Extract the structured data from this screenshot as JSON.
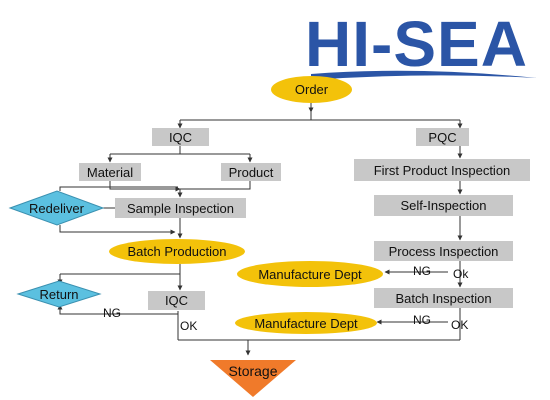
{
  "logo": {
    "text": "HI-SEA",
    "color": "#2b55a6"
  },
  "colors": {
    "box_fill": "#c8c8c8",
    "terminal_fill": "#f3c20a",
    "decision_fill": "#5bc0e0",
    "end_fill": "#f07a2a",
    "line": "#333333"
  },
  "nodes": {
    "order": "Order",
    "iqc_top": "IQC",
    "pqc": "PQC",
    "material": "Material",
    "product": "Product",
    "first_product_inspection": "First Product Inspection",
    "redeliver": "Redeliver",
    "sample_inspection": "Sample Inspection",
    "self_inspection": "Self-Inspection",
    "batch_production": "Batch Production",
    "process_inspection": "Process Inspection",
    "manufacture_dept_1": "Manufacture Dept",
    "return": "Return",
    "iqc_bottom": "IQC",
    "batch_inspection": "Batch Inspection",
    "manufacture_dept_2": "Manufacture Dept",
    "storage": "Storage"
  },
  "edge_labels": {
    "ng_process": "NG",
    "ok_process": "Ok",
    "ng_iqc": "NG",
    "ok_iqc": "OK",
    "ng_batch": "NG",
    "ok_batch": "OK"
  }
}
